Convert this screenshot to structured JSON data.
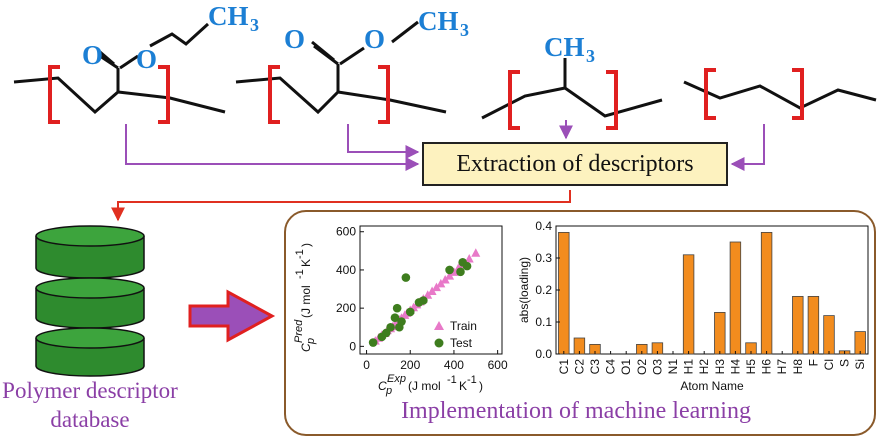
{
  "molecules": [
    {
      "ester_o": "O",
      "ether_o": "O",
      "group": "CH",
      "group_sub": "3"
    },
    {
      "ester_o": "O",
      "ether_o": "O",
      "group": "CH",
      "group_sub": "3"
    },
    {
      "group": "CH",
      "group_sub": "3"
    }
  ],
  "extraction_box": {
    "label": "Extraction of descriptors"
  },
  "database": {
    "line1": "Polymer descriptor",
    "line2": "database"
  },
  "ml_panel": {
    "caption": "Implementation of machine learning"
  },
  "colors": {
    "bracket": "#e02020",
    "arrow": "#9b4fb8",
    "red_arrow": "#e03020",
    "chem_text": "#1c7fd4",
    "db_fill": "#2e8b2e",
    "db_top": "#3da43d",
    "bar": "#f28c1e",
    "train": "#e879c8",
    "test": "#3e7d1e",
    "caption": "#8b3fa6",
    "frame": "#8a5a2b"
  },
  "chart_data": [
    {
      "type": "scatter",
      "xlabel": "Cp^Exp (J mol-1K-1)",
      "xlabel_main": "C",
      "xlabel_sub": "p",
      "xlabel_sup": "Exp",
      "xlabel_unit": "(J mol",
      "xlabel_unit2": "K",
      "xlabel_close": ")",
      "ylabel_main": "C",
      "ylabel_sub": "p",
      "ylabel_sup": "Pred",
      "ylabel_unit": "(J mol",
      "ylabel_unit2": "K",
      "ylabel_close": ")",
      "sup_m1": "-1",
      "xlim": [
        -30,
        620
      ],
      "ylim": [
        -40,
        630
      ],
      "xticks": [
        "0",
        "200",
        "400",
        "600"
      ],
      "yticks": [
        "0",
        "200",
        "400",
        "600"
      ],
      "legend": [
        "Train",
        "Test"
      ],
      "series": [
        {
          "name": "Train",
          "marker": "triangle",
          "points": [
            [
              40,
              30
            ],
            [
              55,
              45
            ],
            [
              70,
              60
            ],
            [
              85,
              70
            ],
            [
              95,
              85
            ],
            [
              110,
              95
            ],
            [
              120,
              105
            ],
            [
              130,
              115
            ],
            [
              140,
              130
            ],
            [
              150,
              140
            ],
            [
              160,
              150
            ],
            [
              175,
              165
            ],
            [
              185,
              175
            ],
            [
              200,
              190
            ],
            [
              215,
              205
            ],
            [
              230,
              220
            ],
            [
              245,
              235
            ],
            [
              260,
              250
            ],
            [
              280,
              270
            ],
            [
              300,
              290
            ],
            [
              320,
              310
            ],
            [
              340,
              330
            ],
            [
              360,
              350
            ],
            [
              380,
              370
            ],
            [
              400,
              390
            ],
            [
              420,
              410
            ],
            [
              440,
              430
            ],
            [
              470,
              460
            ],
            [
              500,
              490
            ]
          ]
        },
        {
          "name": "Test",
          "marker": "circle",
          "points": [
            [
              30,
              20
            ],
            [
              70,
              50
            ],
            [
              90,
              70
            ],
            [
              110,
              100
            ],
            [
              130,
              150
            ],
            [
              140,
              200
            ],
            [
              150,
              100
            ],
            [
              160,
              130
            ],
            [
              180,
              360
            ],
            [
              200,
              180
            ],
            [
              240,
              230
            ],
            [
              260,
              240
            ],
            [
              380,
              400
            ],
            [
              430,
              390
            ],
            [
              440,
              440
            ],
            [
              460,
              420
            ]
          ]
        }
      ]
    },
    {
      "type": "bar",
      "xlabel": "Atom Name",
      "ylabel": "abs(loading)",
      "ylim": [
        0,
        0.4
      ],
      "yticks": [
        "0.0",
        "0.1",
        "0.2",
        "0.3",
        "0.4"
      ],
      "categories": [
        "C1",
        "C2",
        "C3",
        "C4",
        "O1",
        "O2",
        "O3",
        "N1",
        "H1",
        "H2",
        "H3",
        "H4",
        "H5",
        "H6",
        "H7",
        "H8",
        "F",
        "Cl",
        "S",
        "Si"
      ],
      "values": [
        0.38,
        0.05,
        0.03,
        0,
        0,
        0.03,
        0.035,
        0,
        0.31,
        0,
        0.13,
        0.35,
        0.035,
        0.38,
        0,
        0.18,
        0.18,
        0.12,
        0.01,
        0.07
      ]
    }
  ]
}
